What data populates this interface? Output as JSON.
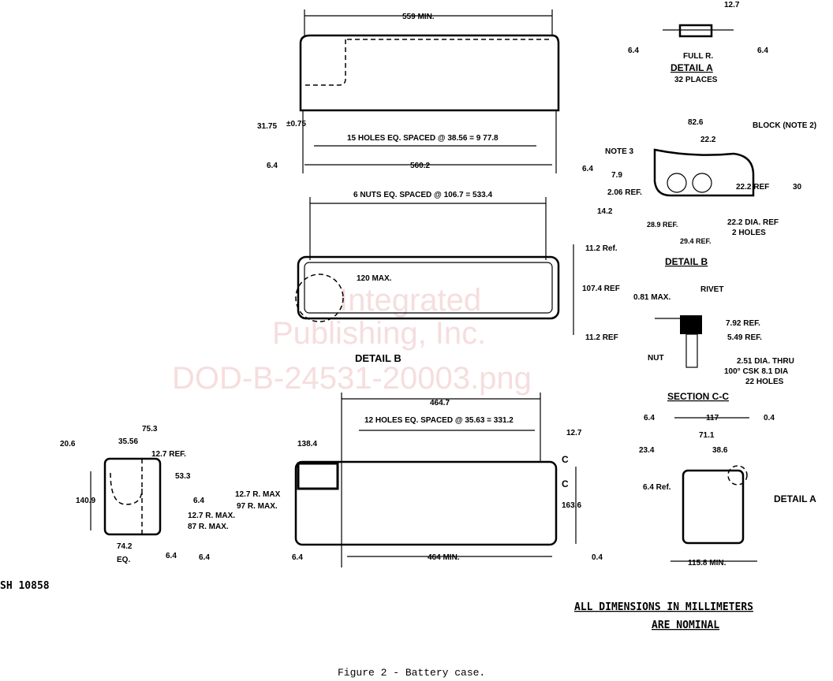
{
  "top_view": {
    "dim_length_min": "559 MIN.",
    "dim_height": "31.75",
    "dim_tol": "±0.75",
    "holes_note": "15 HOLES EQ. SPACED @ 38.56 = 9 77.8",
    "dim_edge_left": "6.4",
    "dim_overall": "560.2",
    "dim_edge_right": "6.4"
  },
  "side_view": {
    "nuts_note": "6 NUTS EQ. SPACED @ 106.7 = 533.4",
    "dim_top_ref": "11.2 Ref.",
    "dim_mid_ref": "107.4 REF",
    "dim_bot_ref": "11.2 REF",
    "max_label": "120 MAX.",
    "detail_b_callout": "DETAIL B"
  },
  "detail_a": {
    "dim_width": "12.7",
    "dim_left": "6.4",
    "dim_right": "6.4",
    "full_r": "FULL R.",
    "title": "DETAIL  A",
    "subtitle": "32 PLACES"
  },
  "detail_b": {
    "dim_82": "82.6",
    "dim_22": "22.2",
    "block_note": "BLOCK (NOTE 2)",
    "note3": "NOTE 3",
    "dim_7_9": "7.9",
    "dim_2_06": "2.06 REF.",
    "dim_14_2": "14.2",
    "dim_22_ref": "22.2 REF",
    "dim_30": "30",
    "dim_28_9": "28.9 REF.",
    "dim_29_4": "29.4 REF.",
    "holes": "22.2 DIA. REF",
    "holes2": "2 HOLES",
    "title": "DETAIL  B"
  },
  "section_cc": {
    "dim_max": "0.81 MAX.",
    "rivet": "RIVET",
    "dim_7_92": "7.92 REF.",
    "dim_5_49": "5.49 REF.",
    "nut": "NUT",
    "thru1": "2.51 DIA. THRU",
    "thru2": "100° CSK 8.1 DIA",
    "thru3": "22 HOLES",
    "title": "SECTION  C-C"
  },
  "end_view_left": {
    "dim_75_3": "75.3",
    "dim_20_6": "20.6",
    "dim_35_56": "35.56",
    "dim_12_7_ref": "12.7 REF.",
    "dim_53_3": "53.3",
    "dim_6_4": "6.4",
    "dim_140_9": "140.9",
    "dim_12_7_r": "12.7 R. MAX.",
    "dim_87_r": "87 R. MAX.",
    "dim_74_2": "74.2",
    "dim_eq": "EQ.",
    "dim_6_4b": "6.4"
  },
  "front_view": {
    "dim_464_7": "464.7",
    "holes_note": "12 HOLES EQ. SPACED @ 35.63 = 331.2",
    "dim_12_7": "12.7",
    "dim_138_4": "138.4",
    "section_c": "C",
    "r_12_7": "12.7 R. MAX",
    "r_97": "97 R. MAX.",
    "dim_163_6": "163.6",
    "dim_6_4": "6.4",
    "dim_464_min": "464 MIN.",
    "dim_0_4": "0.4"
  },
  "end_view_right": {
    "dim_6_4": "6.4",
    "dim_117": "117",
    "dim_0_4": "0.4",
    "dim_71_1": "71.1",
    "dim_23_4": "23.4",
    "dim_38_6": "38.6",
    "dim_6_4_ref": "6.4 Ref.",
    "detail_a_callout": "DETAIL  A",
    "dim_115_8": "115.8 MIN."
  },
  "sheet_id": "SH 10858",
  "dimensions_note_1": "ALL DIMENSIONS IN MILLIMETERS",
  "dimensions_note_2": "ARE NOMINAL",
  "caption": "Figure 2 - Battery case.",
  "watermark": [
    "Integrated",
    "Publishing, Inc.",
    "DOD-B-24531-20003.png"
  ]
}
